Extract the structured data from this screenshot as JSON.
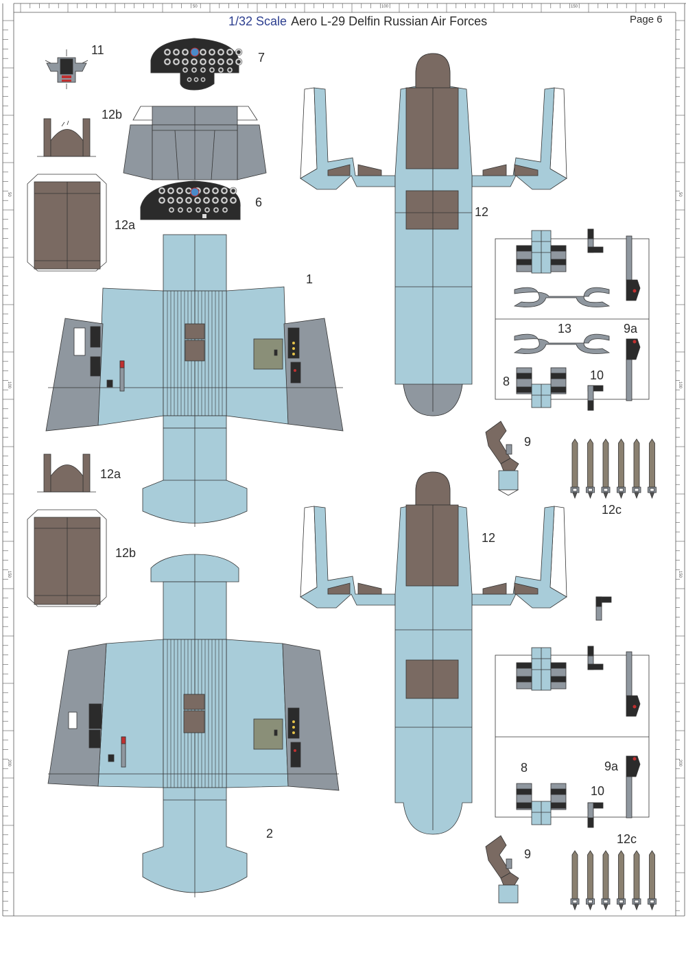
{
  "header": {
    "scale": "1/32 Scale",
    "title": "Aero L-29 Delfin Russian Air Forces",
    "page": "Page 6"
  },
  "ruler": {
    "top_ticks": [
      "50",
      "100",
      "150"
    ],
    "side_ticks": [
      "50",
      "100",
      "150",
      "200"
    ]
  },
  "labels": {
    "p11": "11",
    "p7": "7",
    "p6": "6",
    "p12b_top": "12b",
    "p12a_top": "12a",
    "p1": "1",
    "p12_top": "12",
    "p13": "13",
    "p9a_top": "9a",
    "p8_top": "8",
    "p10_top": "10",
    "p9_top": "9",
    "p12c_top": "12c",
    "p12a_mid": "12a",
    "p12b_mid": "12b",
    "p12_bot": "12",
    "p2": "2",
    "p8_bot": "8",
    "p9a_bot": "9a",
    "p10_bot": "10",
    "p12c_bot": "12c",
    "p9_bot": "9"
  },
  "colors": {
    "light_blue": "#a8ccd9",
    "grey": "#8f979f",
    "brown": "#7a6a62",
    "dark": "#2b2b2b",
    "olive": "#8a8f78",
    "outline": "#333333"
  }
}
